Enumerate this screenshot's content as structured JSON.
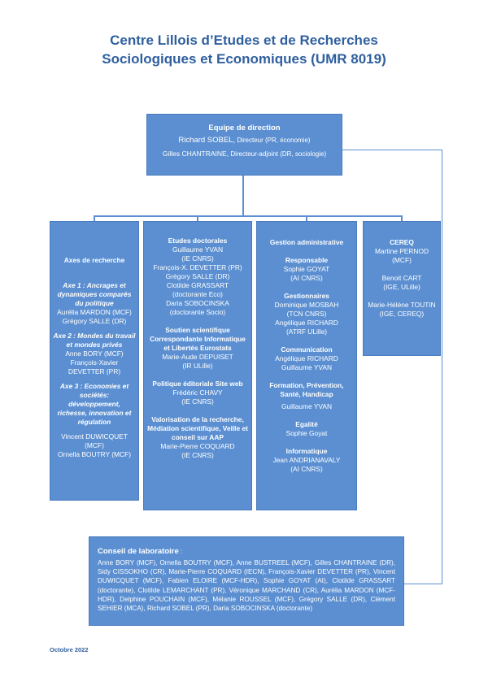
{
  "title": {
    "line1": "Centre Lillois d’Etudes et de Recherches",
    "line2": "Sociologiques et Economiques (UMR 8019)"
  },
  "direction": {
    "heading": "Equipe de direction",
    "director_name": "Richard SOBEL,",
    "director_role": " Directeur (PR, économie)",
    "deputy_name": "Gilles CHANTRAINE,",
    "deputy_role": " Directeur-adjoint (DR, sociologie)"
  },
  "axes": {
    "heading": "Axes de recherche",
    "axis1_title": "Axe 1 : Ancrages et dynamiques comparés du politique",
    "axis1_members": [
      "Aurélia MARDON (MCF)",
      "Grégory SALLE (DR)"
    ],
    "axis2_title": "Axe 2 : Mondes du travail et mondes privés",
    "axis2_members": [
      "Anne BORY (MCF)",
      "François-Xavier DEVETTER (PR)"
    ],
    "axis3_title": "Axe 3 : Economies et sociétés: développement, richesse, innovation et régulation",
    "axis3_members": [
      "Vincent DUWICQUET (MCF)",
      "Ornella BOUTRY (MCF)"
    ]
  },
  "etudes": {
    "heading": "Etudes doctorales",
    "lines": [
      "Guillaume YVAN",
      "(IE CNRS)",
      "François-X. DEVETTER (PR)",
      "Grégory SALLE (DR)",
      "Clotilde GRASSART",
      "(doctorante Eco)",
      "Daria SOBOCINSKA",
      "(doctorante Socio)"
    ],
    "soutien_heading": "Soutien scientifique Correspondante Informatique et Libertés Eurostats",
    "soutien_lines": [
      "Marie-Aude DEPUISET",
      "(IR ULille)"
    ],
    "politique_heading": "Politique éditoriale Site web",
    "politique_lines": [
      "Frédéric CHAVY",
      "(IE CNRS)"
    ],
    "valorisation_heading": "Valorisation de la recherche, Médiation scientifique, Veille et conseil sur AAP",
    "valorisation_lines": [
      "Marie-Pierre COQUARD",
      "(IE CNRS)"
    ]
  },
  "gestion": {
    "heading": "Gestion administrative",
    "resp_heading": "Responsable",
    "resp_lines": [
      "Sophie GOYAT",
      "(AI CNRS)"
    ],
    "gest_heading": "Gestionnaires",
    "gest_lines": [
      "Dominique MOSBAH",
      "(TCN CNRS)",
      "Angélique RICHARD",
      "(ATRF ULille)"
    ],
    "comm_heading": "Communication",
    "comm_lines": [
      "Angélique RICHARD",
      "Guillaume YVAN"
    ],
    "form_heading": "Formation, Prévention, Santé, Handicap",
    "form_lines": [
      "Guillaume YVAN"
    ],
    "egal_heading": "Egalité",
    "egal_lines": [
      "Sophie Goyat"
    ],
    "info_heading": "Informatique",
    "info_lines": [
      "Jean ANDRIANAVALY",
      "(AI CNRS)"
    ]
  },
  "cereq": {
    "heading": "CEREQ",
    "lines1": [
      "Martine PERNOD",
      "(MCF)"
    ],
    "lines2": [
      "Benoit CART",
      "(IGE, ULille)"
    ],
    "lines3": [
      "Marie-Hélène TOUTIN",
      "(IGE, CEREQ)"
    ]
  },
  "conseil": {
    "heading": "Conseil de laboratoire",
    "colon": " :",
    "members": "Anne BORY (MCF), Ornella BOUTRY (MCF), Anne BUSTREEL (MCF), Gilles CHANTRAINE (DR), Sidy CISSOKHO (CR), Marie-Pierre COQUARD (IECN), François-Xavier DEVETTER (PR), Vincent DUWICQUET (MCF), Fabien ELOIRE (MCF-HDR), Sophie GOYAT (AI), Clotilde GRASSART (doctorante), Clotilde LEMARCHANT (PR), Véronique MARCHAND (CR), Aurélia MARDON (MCF-HDR), Delphine POUCHAIN (MCF), Mélanie ROUSSEL (MCF), Grégory SALLE (DR), Clément SEHIER (MCA), Richard SOBEL (PR), Daria SOBOCINSKA (doctorante)"
  },
  "footer": {
    "date": "Octobre 2022"
  },
  "colors": {
    "box": "#5b8fd1",
    "title": "#2f5f9e"
  }
}
